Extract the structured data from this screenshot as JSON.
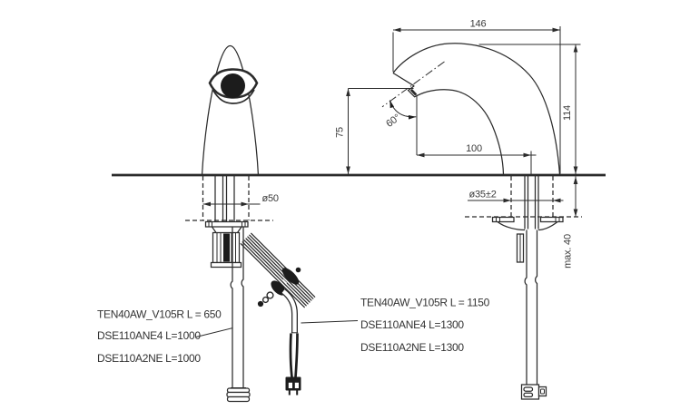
{
  "drawing": {
    "dimensions": {
      "spout_reach_total": "146",
      "total_height": "114",
      "outlet_height": "75",
      "outlet_reach": "100",
      "outlet_angle": "60°",
      "base_diameter": "ø50",
      "hole_diameter": "ø35±2",
      "deck_thickness": "max. 40"
    },
    "model_labels": {
      "left": [
        "TEN40AW_V105R L = 650",
        "DSE110ANE4 L=1000",
        "DSE110A2NE L=1000"
      ],
      "right": [
        "TEN40AW_V105R L = 1150",
        "DSE110ANE4 L=1300",
        "DSE110A2NE L=1300"
      ]
    },
    "colors": {
      "line": "#2b2b2b",
      "dark_fill": "#1c1c1c",
      "text": "#3a3a3a",
      "background": "#ffffff"
    }
  }
}
